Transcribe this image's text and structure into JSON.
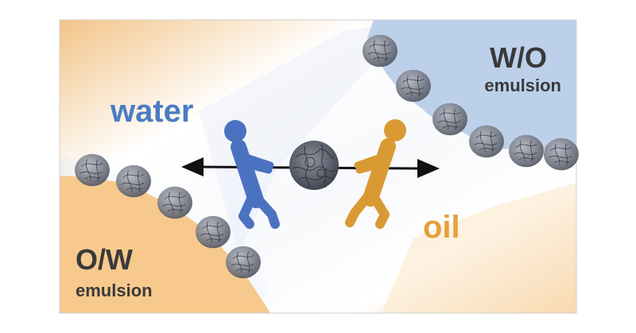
{
  "labels": {
    "water": "water",
    "oil": "oil",
    "wo_title": "W/O",
    "wo_sub": "emulsion",
    "ow_title": "O/W",
    "ow_sub": "emulsion"
  },
  "colors": {
    "water_text": "#4a7cc4",
    "oil_text": "#e3a13c",
    "water_figure": "#4a72c0",
    "oil_figure": "#d99a33",
    "orange_region": "#f7c98d",
    "blue_region": "#bcd0ea",
    "dark_text": "#3a3a3a",
    "particle": "#777b86"
  },
  "icons": {
    "left_figure": "person-pulling-icon",
    "right_figure": "person-pulling-icon",
    "center": "microgel-particle-icon",
    "left_arrow": "arrow-left-icon",
    "right_arrow": "arrow-right-icon"
  }
}
